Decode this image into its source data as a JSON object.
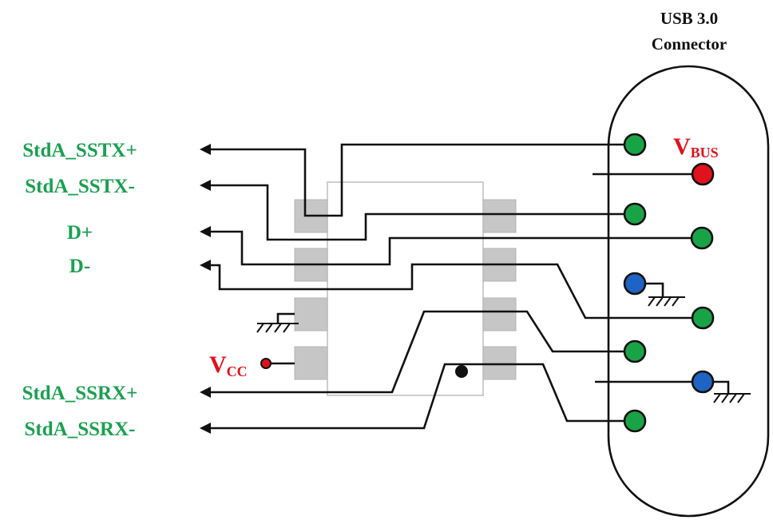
{
  "connector": {
    "title_line1": "USB 3.0",
    "title_line2": "Connector"
  },
  "signals": {
    "sstx_plus": "StdA_SSTX+",
    "sstx_minus": "StdA_SSTX-",
    "d_plus": "D+",
    "d_minus": "D-",
    "ssrx_plus": "StdA_SSRX+",
    "ssrx_minus": "StdA_SSRX-"
  },
  "power": {
    "vbus_main": "V",
    "vbus_sub": "BUS",
    "vcc_main": "V",
    "vcc_sub": "CC"
  },
  "colors": {
    "signal_pin": "#19a347",
    "power_pin": "#e0121c",
    "ground_pin": "#1f63c4",
    "label_green": "#1aa050",
    "label_red": "#e0121c"
  },
  "icons": [
    "ground-symbol-icon",
    "arrow-left-icon"
  ]
}
